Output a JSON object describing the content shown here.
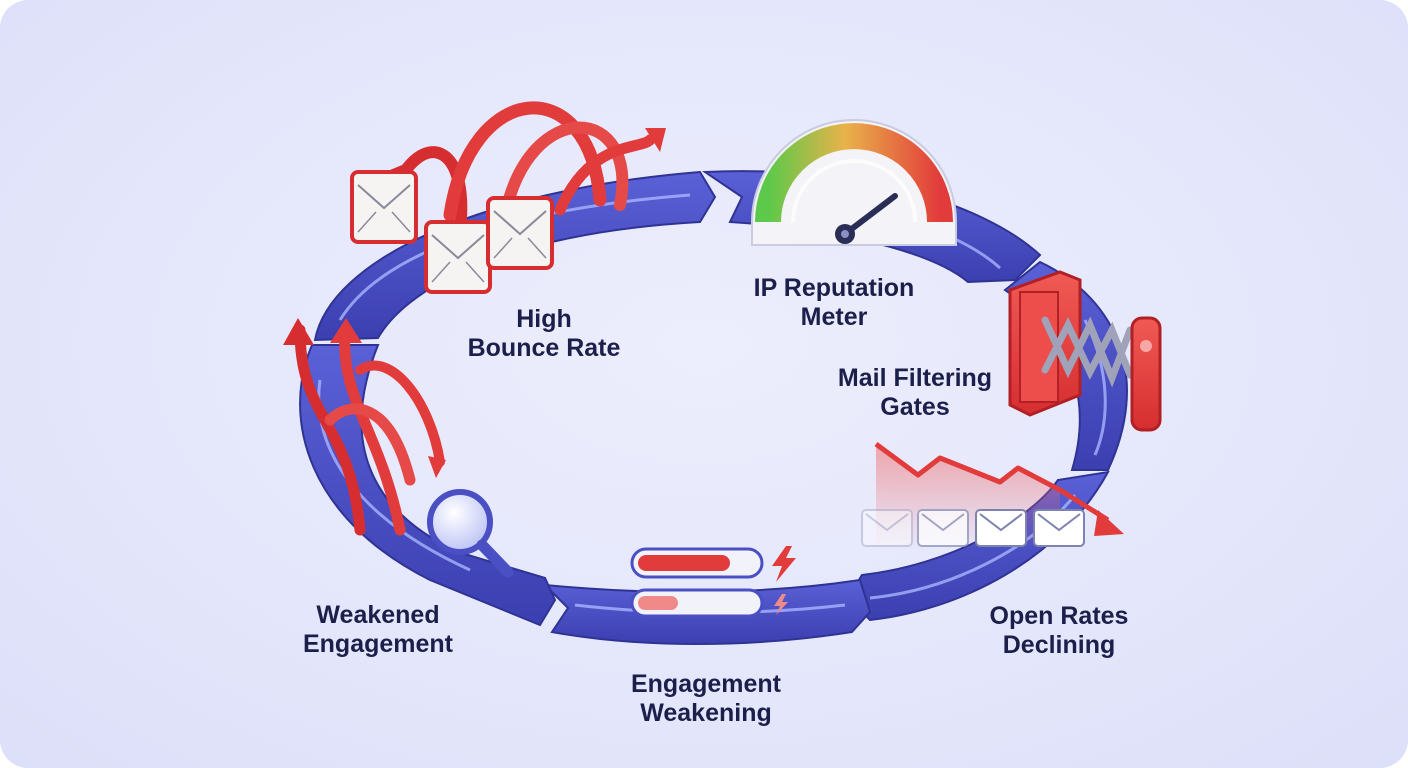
{
  "diagram": {
    "type": "cycle",
    "stages": [
      {
        "id": "high-bounce-rate",
        "line1": "High",
        "line2": "Bounce Rate",
        "icon": "bouncing-envelopes-icon"
      },
      {
        "id": "ip-reputation-meter",
        "line1": "IP Reputation",
        "line2": "Meter",
        "icon": "gauge-meter-icon"
      },
      {
        "id": "mail-filtering-gates",
        "line1": "Mail Filtering",
        "line2": "Gates",
        "icon": "scissor-gate-icon"
      },
      {
        "id": "open-rates-declining",
        "line1": "Open Rates",
        "line2": "Declining",
        "icon": "declining-trend-icon"
      },
      {
        "id": "engagement-weakening",
        "line1": "Engagement",
        "line2": "Weakening",
        "icon": "energy-bars-icon"
      },
      {
        "id": "weakened-engagement",
        "line1": "Weakened",
        "line2": "Engagement",
        "icon": "magnifier-bounce-icon"
      }
    ]
  },
  "colors": {
    "background": "#e4e6fb",
    "ring": "#4a4fc4",
    "ring_dark": "#2f3393",
    "ring_highlight": "#a9b4ff",
    "accent_red": "#e23b3b",
    "accent_red_dark": "#b21f24",
    "gauge_green": "#5cc94a",
    "text": "#1c1f4a"
  }
}
